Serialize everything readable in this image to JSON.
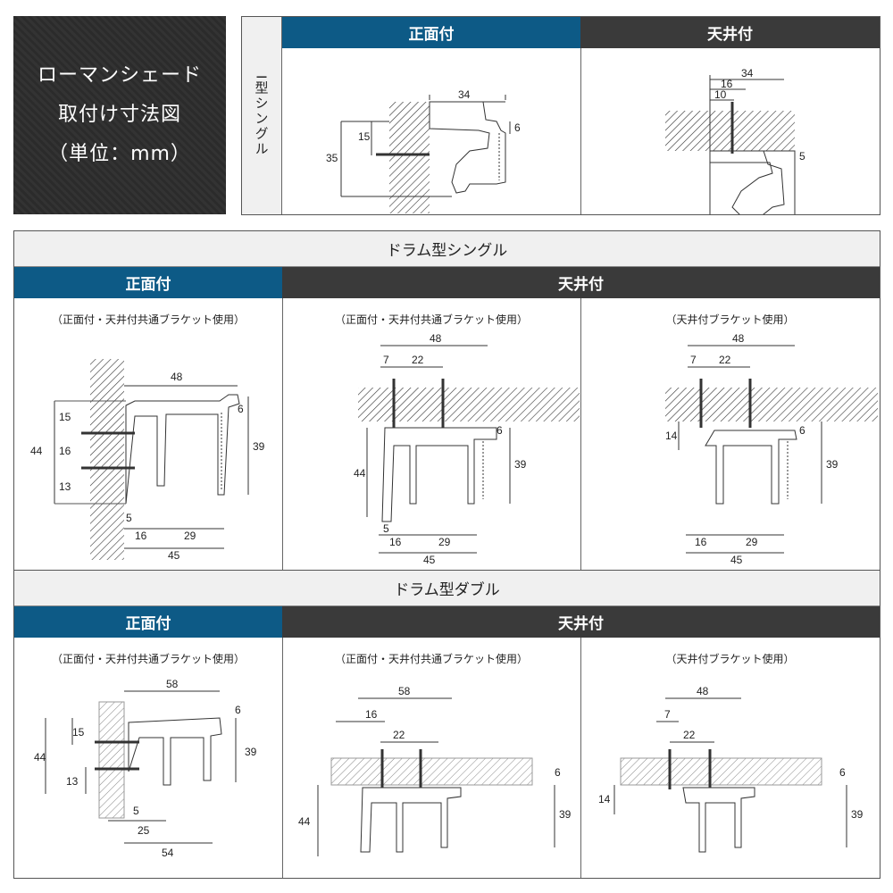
{
  "title": {
    "line1": "ローマンシェード",
    "line2": "取付け寸法図",
    "line3": "（単位：mm）"
  },
  "top": {
    "side_label": "I型シングル",
    "front_header": "正面付",
    "ceiling_header": "天井付",
    "front_dims": {
      "w": "34",
      "h1": "15",
      "h2": "35",
      "d": "6"
    },
    "ceiling_dims": {
      "w": "34",
      "a": "16",
      "b": "10",
      "d": "5"
    }
  },
  "drum_single": {
    "title": "ドラム型シングル",
    "front_header": "正面付",
    "ceiling_header": "天井付",
    "note_common": "（正面付・天井付共通ブラケット使用）",
    "note_ceiling": "（天井付ブラケット使用）",
    "front_dims": {
      "top": "48",
      "v15": "15",
      "v44": "44",
      "v16": "16",
      "v13": "13",
      "v6": "6",
      "v39": "39",
      "b5": "5",
      "b16": "16",
      "b29": "29",
      "b45": "45"
    },
    "mid_dims": {
      "top": "48",
      "a": "7",
      "b": "22",
      "v6": "6",
      "v44": "44",
      "v39": "39",
      "b5": "5",
      "b16": "16",
      "b29": "29",
      "b45": "45"
    },
    "right_dims": {
      "top": "48",
      "a": "7",
      "b": "22",
      "v6": "6",
      "v14": "14",
      "v39": "39",
      "b16": "16",
      "b29": "29",
      "b45": "45"
    }
  },
  "drum_double": {
    "title": "ドラム型ダブル",
    "front_header": "正面付",
    "ceiling_header": "天井付",
    "note_common": "（正面付・天井付共通ブラケット使用）",
    "note_ceiling": "（天井付ブラケット使用）",
    "front_dims": {
      "top": "58",
      "v6": "6",
      "v15": "15",
      "v44": "44",
      "v13": "13",
      "v39": "39",
      "b5": "5",
      "b25": "25",
      "b54": "54"
    },
    "mid_dims": {
      "top": "58",
      "a": "16",
      "b": "22",
      "v6": "6",
      "v44": "44",
      "v39": "39"
    },
    "right_dims": {
      "top": "48",
      "a": "7",
      "b": "22",
      "v6": "6",
      "v14": "14",
      "v39": "39"
    }
  }
}
